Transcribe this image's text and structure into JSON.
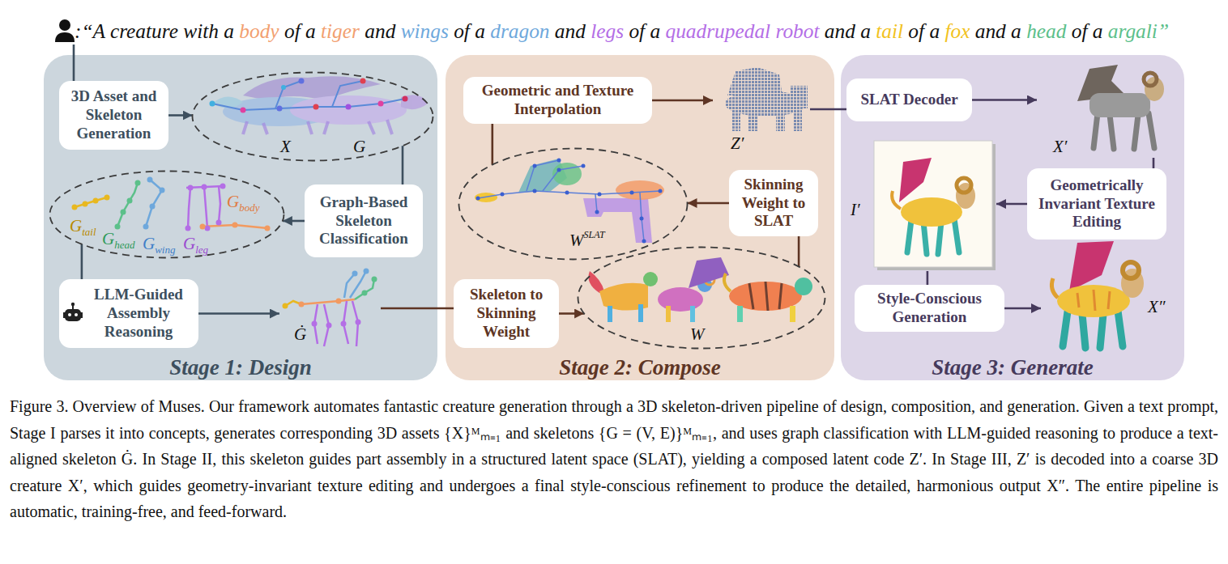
{
  "diagram": {
    "caption": "Figure 3. Overview of Muses. Our framework automates fantastic creature generation through a 3D skeleton-driven pipeline of design, composition, and generation. Given a text prompt, Stage I parses it into concepts, generates corresponding 3D assets {X}ᴹₘ₌₁ and skeletons {G = (V, E)}ᴹₘ₌₁, and uses graph classification with LLM-guided reasoning to produce a text-aligned skeleton Ġ. In Stage II, this skeleton guides part assembly in a structured latent space (SLAT), yielding a composed latent code Z′. In Stage III, Z′ is decoded into a coarse 3D creature X′, which guides geometry-invariant texture editing and undergoes a final style-conscious refinement to produce the detailed, harmonious output X″. The entire pipeline is automatic, training-free, and feed-forward.",
    "nodes": [
      {
        "text": [
          "Stage 1: Design"
        ]
      },
      {
        "text": [
          "3D Asset and Skeleton Generation"
        ],
        "in": 0
      },
      {
        "text": [
          "X",
          "G"
        ],
        "in": 0
      },
      {
        "text": [
          "Graph-Based Skeleton Classification"
        ],
        "in": 0
      },
      {
        "text": [
          "G",
          "tail",
          "G",
          "head",
          "G",
          "wing",
          "G",
          "leg",
          "G",
          "body"
        ],
        "in": 0
      },
      {
        "text": [
          "LLM-Guided Assembly Reasoning"
        ],
        "in": 0
      },
      {
        "text": [
          "Ġ"
        ],
        "in": 0
      },
      {
        "text": [
          "Stage 2: Compose"
        ]
      },
      {
        "text": [
          "Geometric and Texture Interpolation"
        ],
        "in": 7
      },
      {
        "text": [
          "Z′"
        ],
        "in": 7
      },
      {
        "text": [
          "W",
          "SLAT"
        ],
        "in": 7
      },
      {
        "text": [
          "Skinning Weight to SLAT"
        ],
        "in": 7
      },
      {
        "text": [
          "Skeleton to Skinning Weight"
        ],
        "in": 7
      },
      {
        "text": [
          "W"
        ],
        "in": 7
      },
      {
        "text": [
          "Stage 3: Generate"
        ]
      },
      {
        "text": [
          "SLAT Decoder"
        ],
        "in": 14
      },
      {
        "text": [
          "X′"
        ],
        "in": 14
      },
      {
        "text": [
          "Geometrically Invariant Texture Editing"
        ],
        "in": 14
      },
      {
        "text": [
          "I′"
        ],
        "in": 14
      },
      {
        "text": [
          "Style-Conscious Generation"
        ],
        "in": 14
      },
      {
        "text": [
          "X″"
        ],
        "in": 14
      }
    ],
    "edges": [
      {
        "from": 1,
        "to": 2,
        "arrow": "to"
      },
      {
        "from": 2,
        "to": 3,
        "arrow": "none"
      },
      {
        "from": 3,
        "to": 4,
        "arrow": "to"
      },
      {
        "from": 4,
        "to": 5,
        "arrow": "none"
      },
      {
        "from": 5,
        "to": 6,
        "arrow": "to"
      },
      {
        "from": 6,
        "to": 12,
        "arrow": "none"
      },
      {
        "from": 12,
        "to": 13,
        "arrow": "to"
      },
      {
        "from": 13,
        "to": 11,
        "arrow": "none"
      },
      {
        "from": 11,
        "to": 10,
        "arrow": "to"
      },
      {
        "from": 10,
        "to": 8,
        "arrow": "none"
      },
      {
        "from": 8,
        "to": 9,
        "arrow": "to"
      },
      {
        "from": 9,
        "to": 15,
        "arrow": "none"
      },
      {
        "from": 15,
        "to": 16,
        "arrow": "to"
      },
      {
        "from": 16,
        "to": 17,
        "arrow": "none"
      },
      {
        "from": 17,
        "to": 18,
        "arrow": "to"
      },
      {
        "from": 18,
        "to": 19,
        "arrow": "none"
      },
      {
        "from": 19,
        "to": 20,
        "arrow": "to"
      }
    ],
    "labels": [
      ":“A creature with a",
      "body",
      "of a",
      "tiger",
      "and",
      "wings",
      "of a",
      "dragon",
      "and",
      "legs",
      "of a",
      "quadrupedal robot",
      "and a",
      "tail",
      "of a",
      "fox",
      "and a",
      "head",
      "of a",
      "argali”"
    ]
  }
}
